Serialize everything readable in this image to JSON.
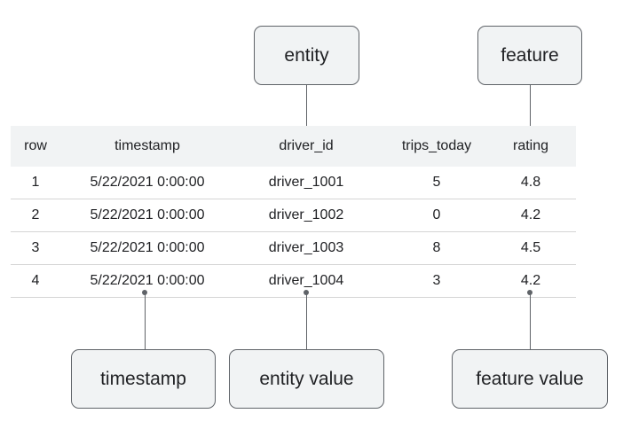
{
  "callouts": {
    "entity": "entity",
    "feature": "feature",
    "timestamp": "timestamp",
    "entity_value": "entity value",
    "feature_value": "feature value"
  },
  "table": {
    "headers": [
      "row",
      "timestamp",
      "driver_id",
      "trips_today",
      "rating"
    ],
    "rows": [
      [
        "1",
        "5/22/2021 0:00:00",
        "driver_1001",
        "5",
        "4.8"
      ],
      [
        "2",
        "5/22/2021 0:00:00",
        "driver_1002",
        "0",
        "4.2"
      ],
      [
        "3",
        "5/22/2021 0:00:00",
        "driver_1003",
        "8",
        "4.5"
      ],
      [
        "4",
        "5/22/2021 0:00:00",
        "driver_1004",
        "3",
        "4.2"
      ]
    ]
  }
}
